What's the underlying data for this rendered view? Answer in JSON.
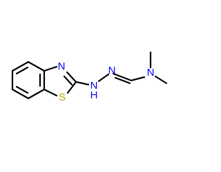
{
  "molecule": {
    "atoms": [
      {
        "id": "n3",
        "label": "N"
      },
      {
        "id": "s1",
        "label": "S"
      },
      {
        "id": "nh",
        "label": "N",
        "hydrogen": "H"
      },
      {
        "id": "n_hz",
        "label": "N"
      },
      {
        "id": "n_dm",
        "label": "N"
      }
    ]
  },
  "colors": {
    "bond": "#000000",
    "nitrogen": "#0000ff",
    "sulfur": "#b8a100"
  }
}
